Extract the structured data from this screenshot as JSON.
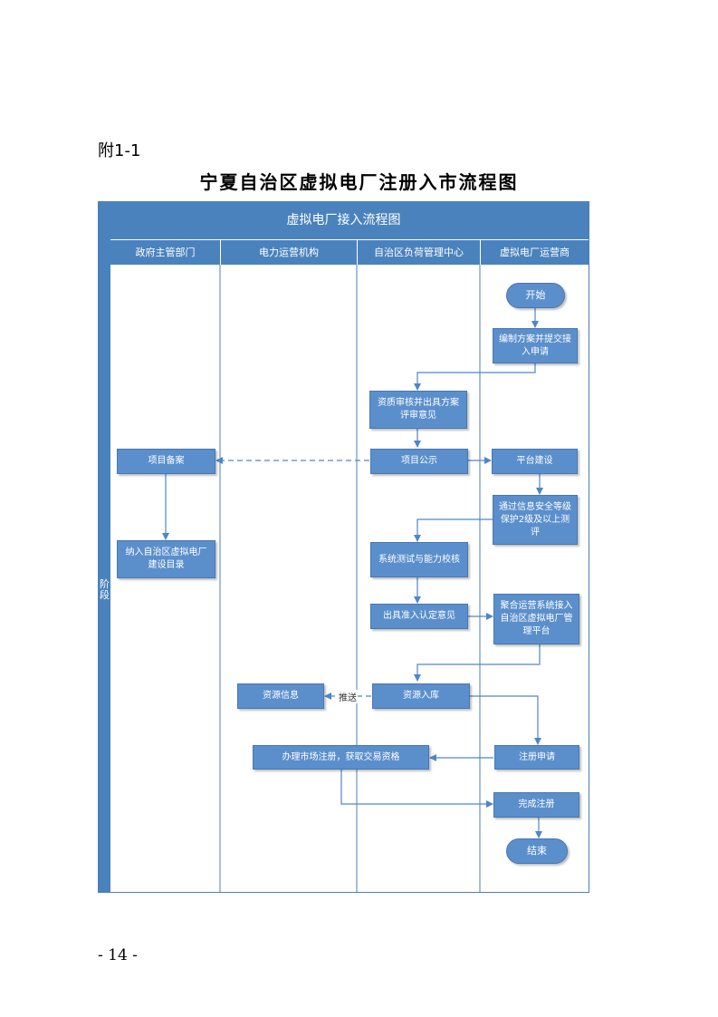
{
  "annex_label": "附1-1",
  "document_title": "宁夏自治区虚拟电厂注册入市流程图",
  "diagram": {
    "header": "虚拟电厂接入流程图",
    "stage_label": "阶段",
    "lanes": [
      "政府主管部门",
      "电力运营机构",
      "自治区负荷管理中心",
      "虚拟电厂运营商"
    ],
    "nodes": {
      "start": "开始",
      "compile_plan": "编制方案并提交接入申请",
      "qualification_review": "资质审核并出具方案评审意见",
      "project_filing": "项目备案",
      "project_publicity": "项目公示",
      "platform_construction": "平台建设",
      "security_assessment": "通过信息安全等级保护2级及以上测评",
      "catalog_inclusion": "纳入自治区虚拟电厂建设目录",
      "system_test": "系统测试与能力校核",
      "admission_opinion": "出具准入认定意见",
      "aggregation_access": "聚合运营系统接入自治区虚拟电厂管理平台",
      "resource_info": "资源信息",
      "resource_storage": "资源入库",
      "market_registration": "办理市场注册，获取交易资格",
      "registration_apply": "注册申请",
      "registration_done": "完成注册",
      "end": "结束"
    },
    "edge_labels": {
      "push": "推送"
    },
    "colors": {
      "header": "#4a82bd",
      "node": "#5b8fcc",
      "edge": "#4f86c6"
    }
  },
  "page_number": "- 14 -"
}
